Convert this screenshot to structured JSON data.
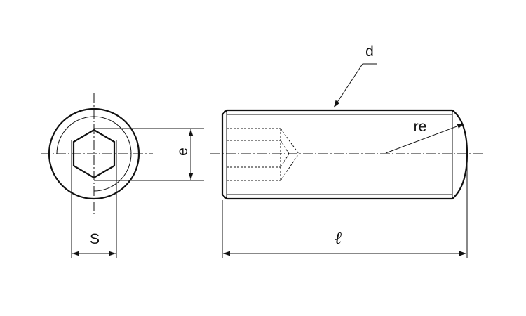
{
  "diagram": {
    "labels": {
      "d": "d",
      "re": "re",
      "e": "e",
      "s": "S",
      "l": "ℓ"
    },
    "colors": {
      "stroke": "#111111",
      "background": "#ffffff"
    }
  }
}
